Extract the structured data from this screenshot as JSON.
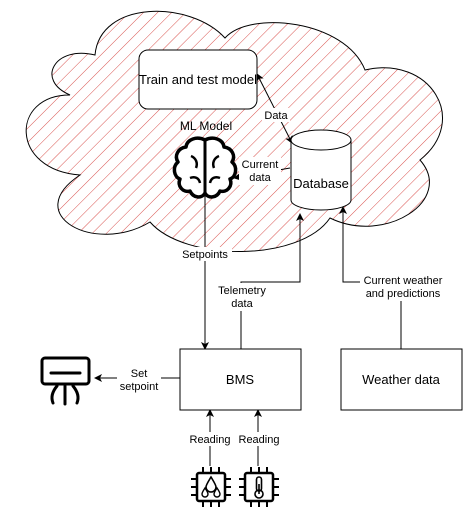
{
  "nodes": {
    "train_test_model": "Train and test model",
    "ml_model": "ML Model",
    "database": "Database",
    "bms": "BMS",
    "weather_data": "Weather data"
  },
  "edges": {
    "data": "Data",
    "current_data": [
      "Current",
      "data"
    ],
    "setpoints": "Setpoints",
    "telemetry_data": [
      "Telemetry",
      "data"
    ],
    "current_weather": [
      "Current weather",
      "and predictions"
    ],
    "set_setpoint": [
      "Set",
      "setpoint"
    ],
    "reading_left": "Reading",
    "reading_right": "Reading"
  },
  "icons": [
    "brain-icon",
    "air-conditioner-icon",
    "humidity-sensor-icon",
    "temperature-sensor-icon"
  ],
  "colors": {
    "cloud_hatch": "#d9534f",
    "stroke": "#000000",
    "fill": "#ffffff"
  }
}
